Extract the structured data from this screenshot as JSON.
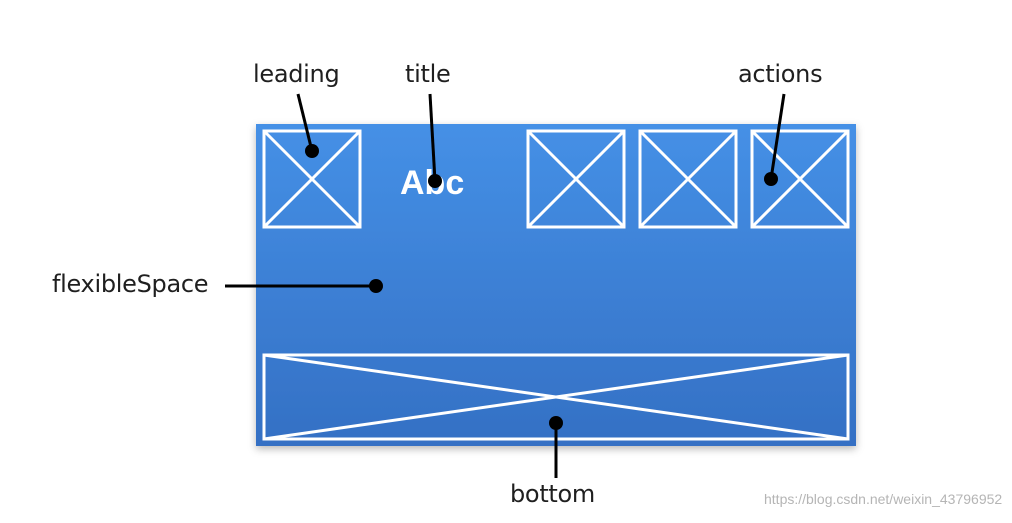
{
  "colors": {
    "bar_top": "#4590e6",
    "bar_bottom": "#3470c4",
    "outline": "#ffffff",
    "pointer": "#000000"
  },
  "appbar": {
    "title_text": "Abc"
  },
  "labels": {
    "leading": "leading",
    "title": "title",
    "actions": "actions",
    "flexible_space": "flexibleSpace",
    "bottom": "bottom"
  },
  "watermark": "https://blog.csdn.net/weixin_43796952"
}
